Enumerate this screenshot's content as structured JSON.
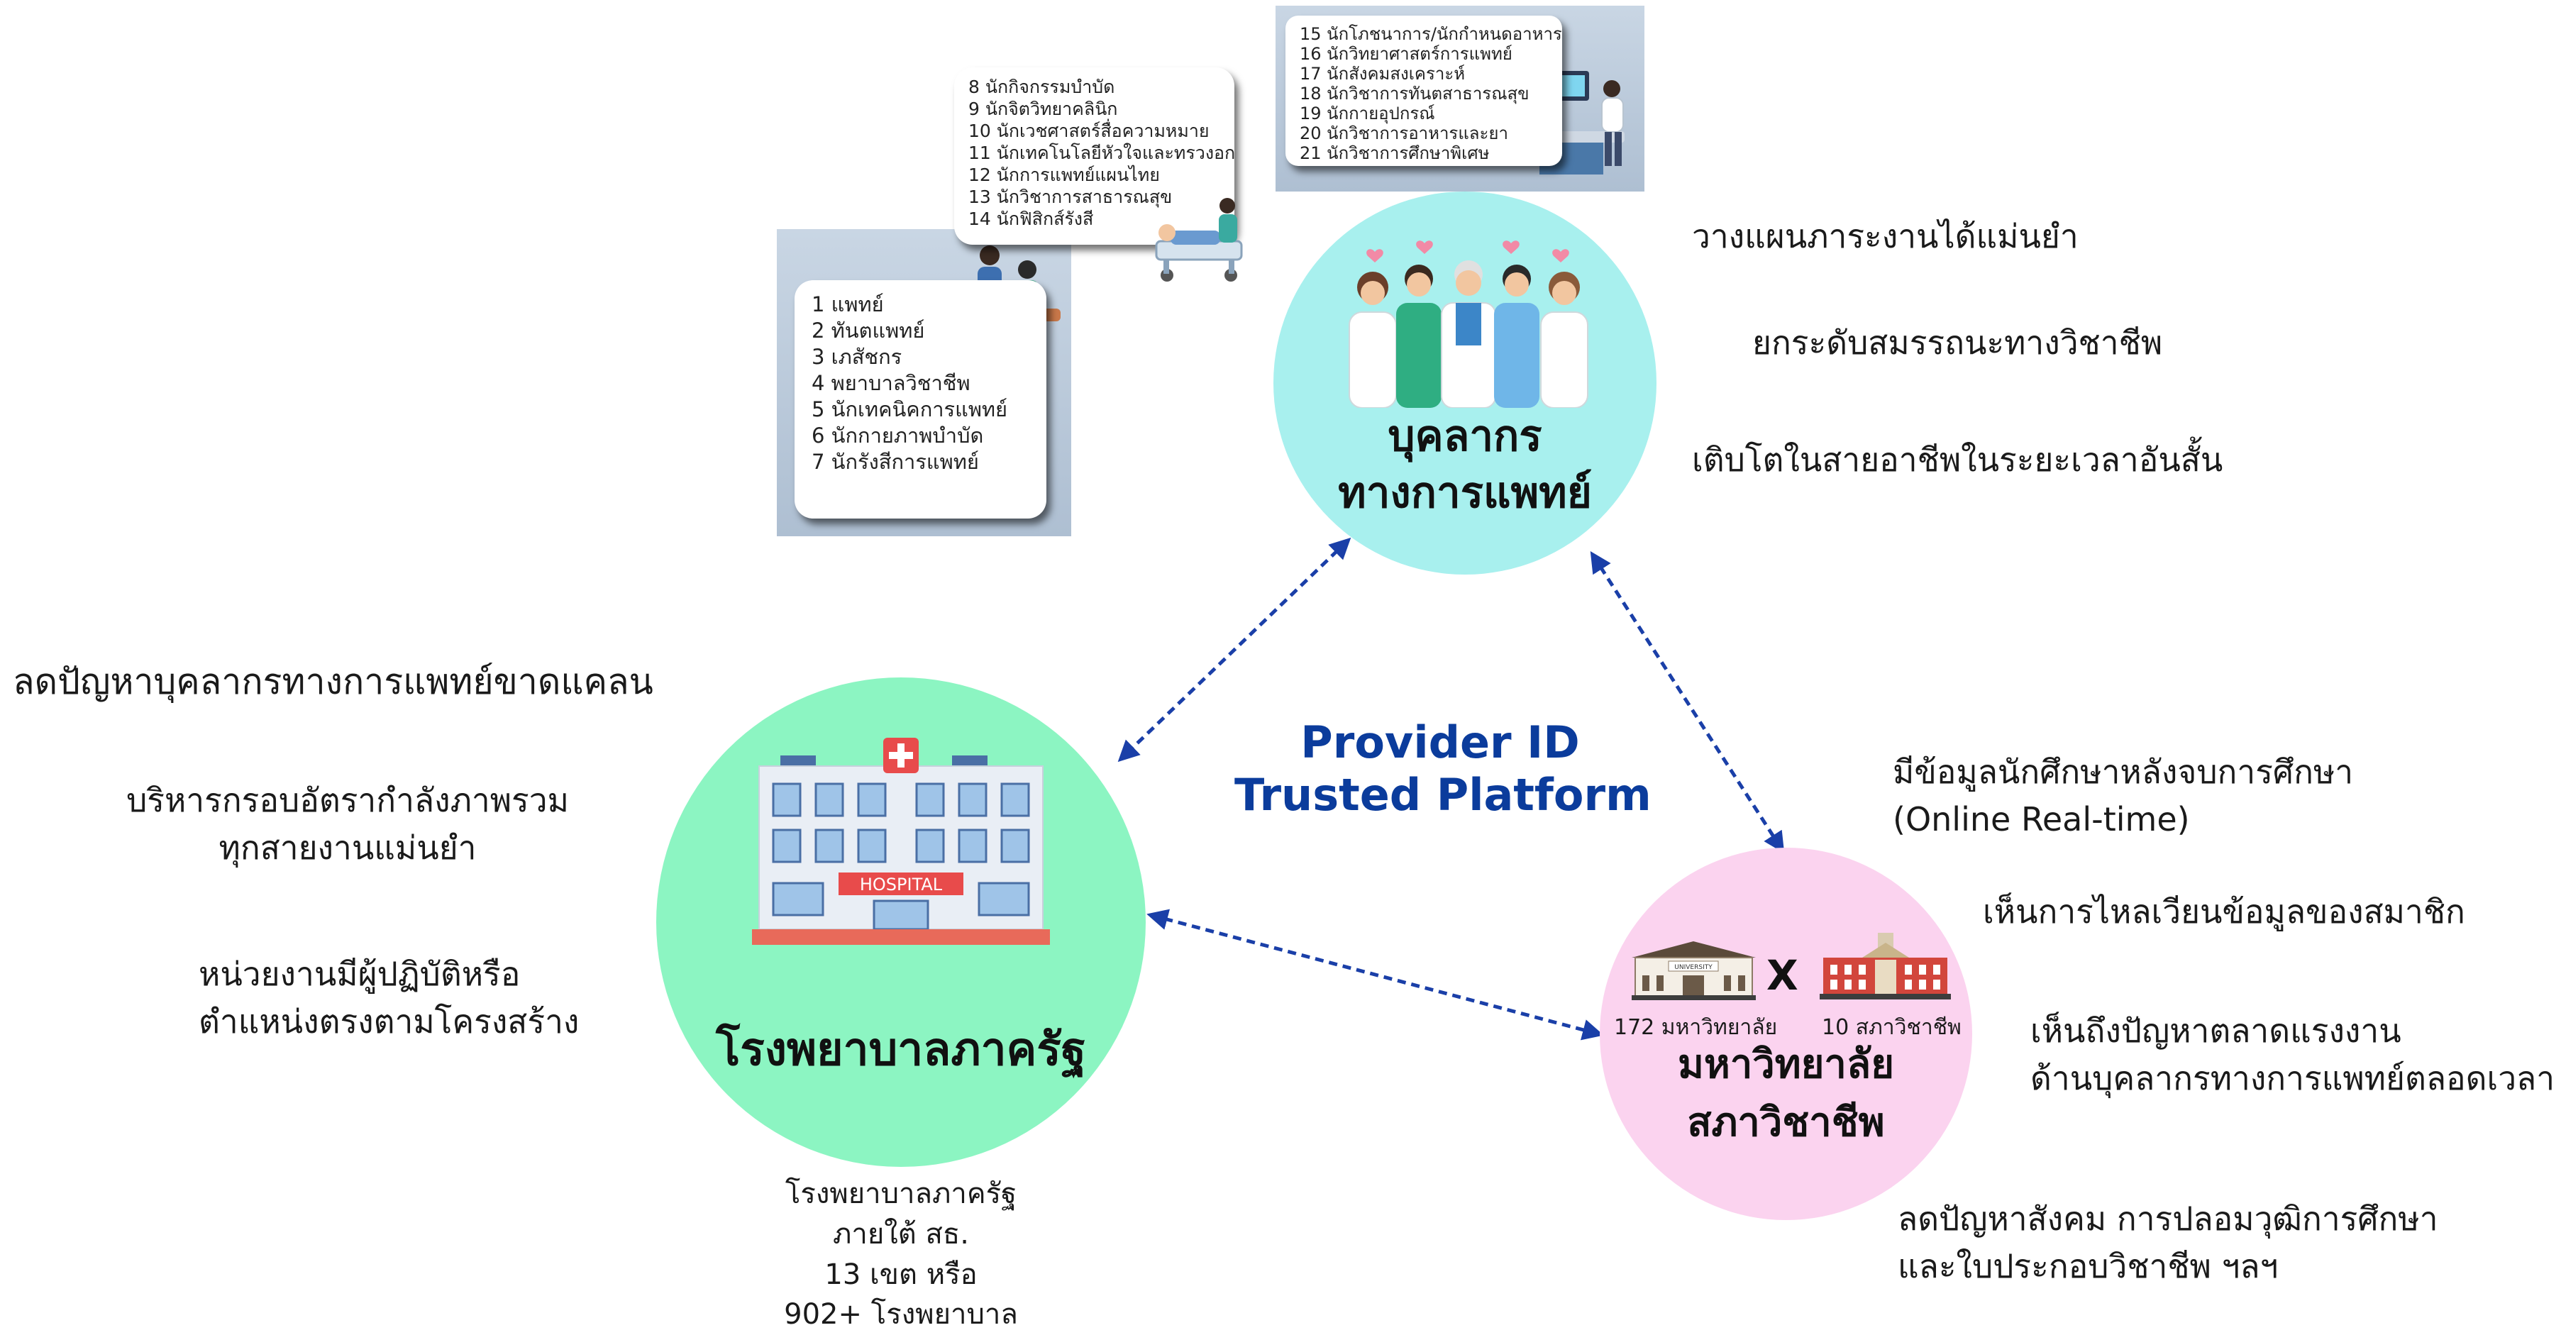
{
  "platform": {
    "line1": "Provider ID",
    "line2": "Trusted Platform"
  },
  "medical_personnel": {
    "title_line1": "บุคลากร",
    "title_line2": "ทางการแพทย์",
    "benefits": [
      "วางแผนภาระงานได้แม่นยำ",
      "ยกระดับสมรรถนะทางวิชาชีพ",
      "เติบโตในสายอาชีพในระยะเวลาอันสั้น"
    ],
    "professions_group_1": [
      "1 แพทย์",
      "2 ทันตแพทย์",
      "3 เภสัชกร",
      "4 พยาบาลวิชาชีพ",
      "5 นักเทคนิคการแพทย์",
      "6 นักกายภาพบำบัด",
      "7 นักรังสีการแพทย์"
    ],
    "professions_group_2": [
      "8  นักกิจกรรมบำบัด",
      "9  นักจิตวิทยาคลินิก",
      "10 นักเวชศาสตร์สื่อความหมาย",
      "11 นักเทคโนโลยีหัวใจและทรวงอก",
      "12 นักการแพทย์แผนไทย",
      "13 นักวิชาการสาธารณสุข",
      "14 นักฟิสิกส์รังสี"
    ],
    "professions_group_3": [
      "15 นักโภชนาการ/นักกำหนดอาหาร",
      "16 นักวิทยาศาสตร์การแพทย์",
      "17 นักสังคมสงเคราะห์",
      "18 นักวิชาการทันตสาธารณสุข",
      "19 นักกายอุปกรณ์",
      "20 นักวิชาการอาหารและยา",
      "21 นักวิชาการศึกษาพิเศษ"
    ]
  },
  "hospital": {
    "title": "โรงพยาบาลภาครัฐ",
    "sign": "HOSPITAL",
    "benefits": [
      "ลดปัญหาบุคลากรทางการแพทย์ขาดแคลน",
      "บริหารกรอบอัตรากำลังภาพรวม",
      "ทุกสายงานแม่นยำ",
      "หน่วยงานมีผู้ปฏิบัติหรือ",
      "ตำแหน่งตรงตามโครงสร้าง"
    ],
    "note": [
      "โรงพยาบาลภาครัฐ",
      "ภายใต้ สธ.",
      "13 เขต หรือ",
      "902+ โรงพยาบาล"
    ]
  },
  "university": {
    "title_line1": "มหาวิทยาลัย",
    "title_line2": "สภาวิชาชีพ",
    "count_university": "172 มหาวิทยาลัย",
    "count_council": "10 สภาวิชาชีพ",
    "cross": "X",
    "building_sign": "UNIVERSITY",
    "benefits": [
      "มีข้อมูลนักศึกษาหลังจบการศึกษา",
      "(Online Real-time)",
      "เห็นการไหลเวียนข้อมูลของสมาชิก",
      "เห็นถึงปัญหาตลาดแรงงาน",
      "ด้านบุคลากรทางการแพทย์ตลอดเวลา",
      "ลดปัญหาสังคม การปลอมวุฒิการศึกษา",
      "และใบประกอบวิชาชีพ ฯลฯ"
    ]
  },
  "colors": {
    "personnel_circle": "#a8f0ee",
    "hospital_circle": "#8cf5c2",
    "university_circle": "#fbd3ef",
    "brand_blue": "#0b3c9c",
    "arrow": "#1a3fa8"
  }
}
